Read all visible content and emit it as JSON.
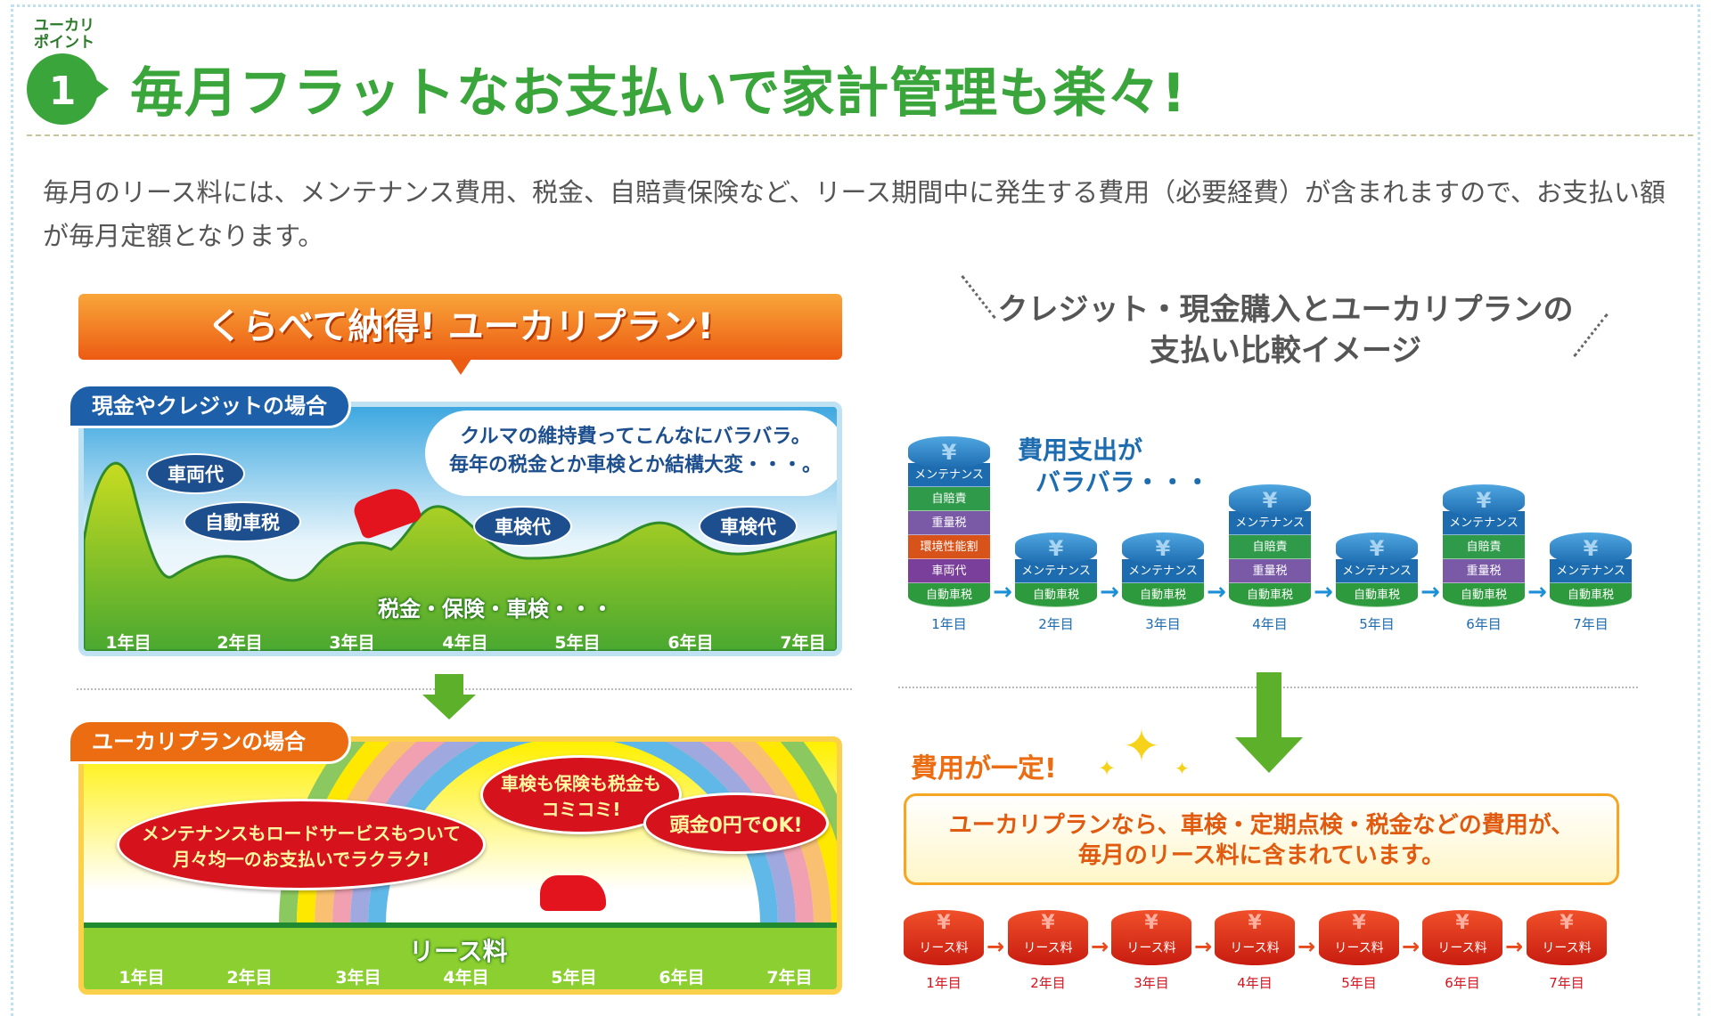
{
  "header": {
    "badge_caption": "ユーカリポイント",
    "badge_number": "1",
    "title": "毎月フラットなお支払いで家計管理も楽々!"
  },
  "intro": "毎月のリース料には、メンテナンス費用、税金、自賠責保険など、リース期間中に発生する費用（必要経費）が含まれますので、お支払い額が毎月定額となります。",
  "left": {
    "banner": "くらべて納得! ユーカリプラン!",
    "cash": {
      "label": "現金やクレジットの場合",
      "speech": [
        "クルマの維持費ってこんなにバラバラ。",
        "毎年の税金とか車検とか結構大変・・・。"
      ],
      "bubbles": [
        "車両代",
        "自動車税",
        "車検代",
        "車検代"
      ],
      "ground": "税金・保険・車検・・・",
      "years": [
        "1年目",
        "2年目",
        "3年目",
        "4年目",
        "5年目",
        "6年目",
        "7年目"
      ]
    },
    "plan": {
      "label": "ユーカリプランの場合",
      "bubble1": [
        "メンテナンスもロードサービスもついて",
        "月々均一のお支払いでラクラク!"
      ],
      "bubble2": [
        "車検も保険も税金も",
        "コミコミ!"
      ],
      "bubble3": "頭金0円でOK!",
      "ground": "リース料",
      "years": [
        "1年目",
        "2年目",
        "3年目",
        "4年目",
        "5年目",
        "6年目",
        "7年目"
      ]
    }
  },
  "right": {
    "heading": [
      "クレジット・現金購入とユーカリプランの",
      "支払い比較イメージ"
    ],
    "scatter_note": [
      "費用支出が",
      "バラバラ・・・"
    ],
    "yen": "¥",
    "stacks": [
      {
        "year": "1年目",
        "segments": [
          "メンテナンス",
          "自賠責",
          "重量税",
          "環境性能割",
          "車両代",
          "自動車税"
        ]
      },
      {
        "year": "2年目",
        "segments": [
          "メンテナンス",
          "自動車税"
        ]
      },
      {
        "year": "3年目",
        "segments": [
          "メンテナンス",
          "自動車税"
        ]
      },
      {
        "year": "4年目",
        "segments": [
          "メンテナンス",
          "自賠責",
          "重量税",
          "自動車税"
        ]
      },
      {
        "year": "5年目",
        "segments": [
          "メンテナンス",
          "自動車税"
        ]
      },
      {
        "year": "6年目",
        "segments": [
          "メンテナンス",
          "自賠責",
          "重量税",
          "自動車税"
        ]
      },
      {
        "year": "7年目",
        "segments": [
          "メンテナンス",
          "自動車税"
        ]
      }
    ],
    "segment_colors": {
      "メンテナンス": "#1d6cb0",
      "自賠責": "#2e9a4a",
      "重量税": "#7a5aa6",
      "環境性能割": "#d8531a",
      "車両代": "#7a3f9a",
      "自動車税": "#2e9a3e"
    },
    "fixed_note": "費用が一定!",
    "fixed_box": [
      "ユーカリプランなら、車検・定期点検・税金などの費用が、",
      "毎月のリース料に含まれています。"
    ],
    "coins": [
      {
        "label": "リース料",
        "year": "1年目"
      },
      {
        "label": "リース料",
        "year": "2年目"
      },
      {
        "label": "リース料",
        "year": "3年目"
      },
      {
        "label": "リース料",
        "year": "4年目"
      },
      {
        "label": "リース料",
        "year": "5年目"
      },
      {
        "label": "リース料",
        "year": "6年目"
      },
      {
        "label": "リース料",
        "year": "7年目"
      }
    ]
  }
}
